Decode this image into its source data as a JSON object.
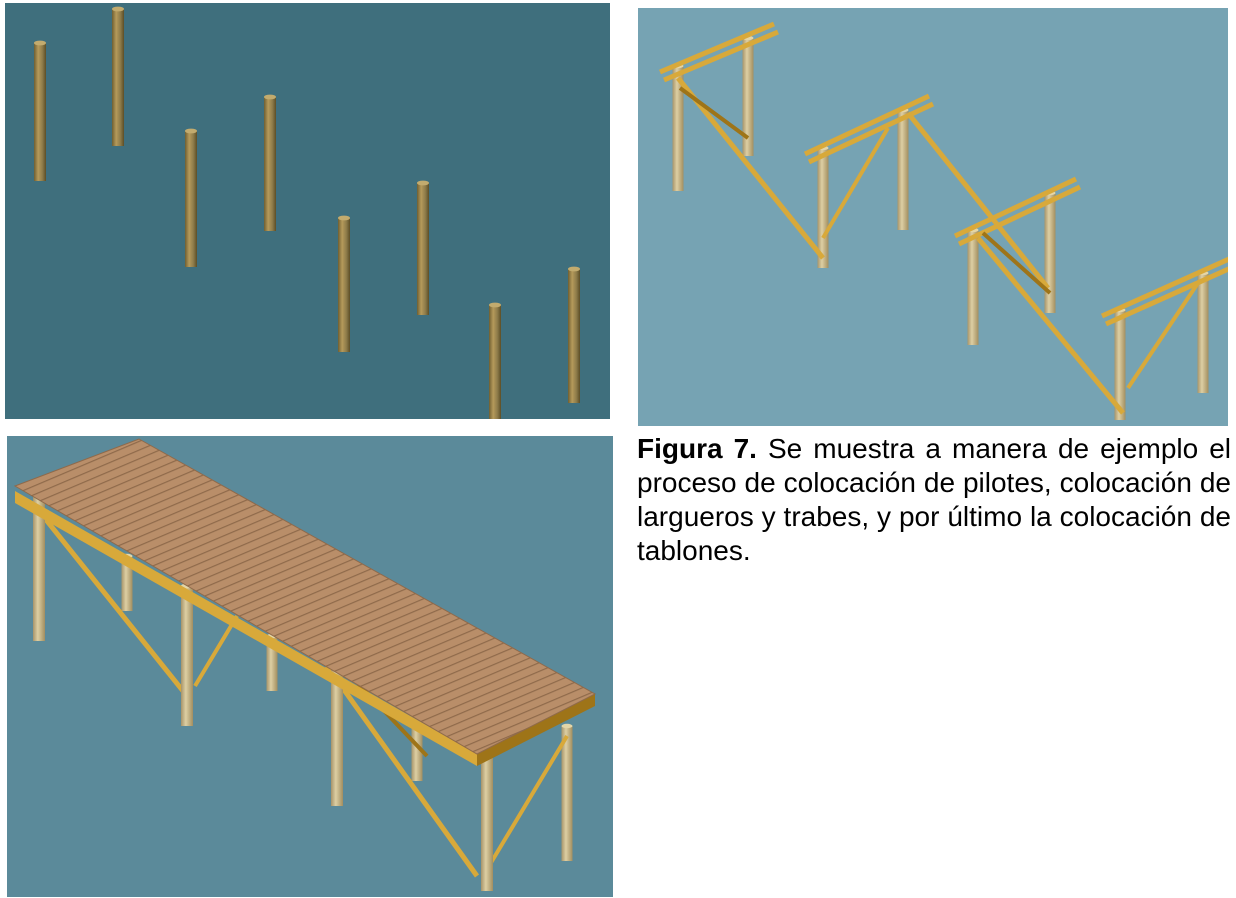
{
  "figure": {
    "label": "Figura 7.",
    "text": "Se muestra a manera de ejemplo el proceso de colocación de pilotes, colocación de largueros y trabes, y por último la colocación de tablones."
  },
  "panels": [
    {
      "stage": "pilotes",
      "background": "#3f6f7d"
    },
    {
      "stage": "largueros y trabes",
      "background": "#76a3b3"
    },
    {
      "stage": "tablones",
      "background": "#5b8a9a"
    }
  ],
  "colors": {
    "pile": "#c9b583",
    "pile_shadow": "#8d7b4a",
    "beam": "#d8a93a",
    "beam_dark": "#9e7418",
    "deck": "#b98e69"
  }
}
